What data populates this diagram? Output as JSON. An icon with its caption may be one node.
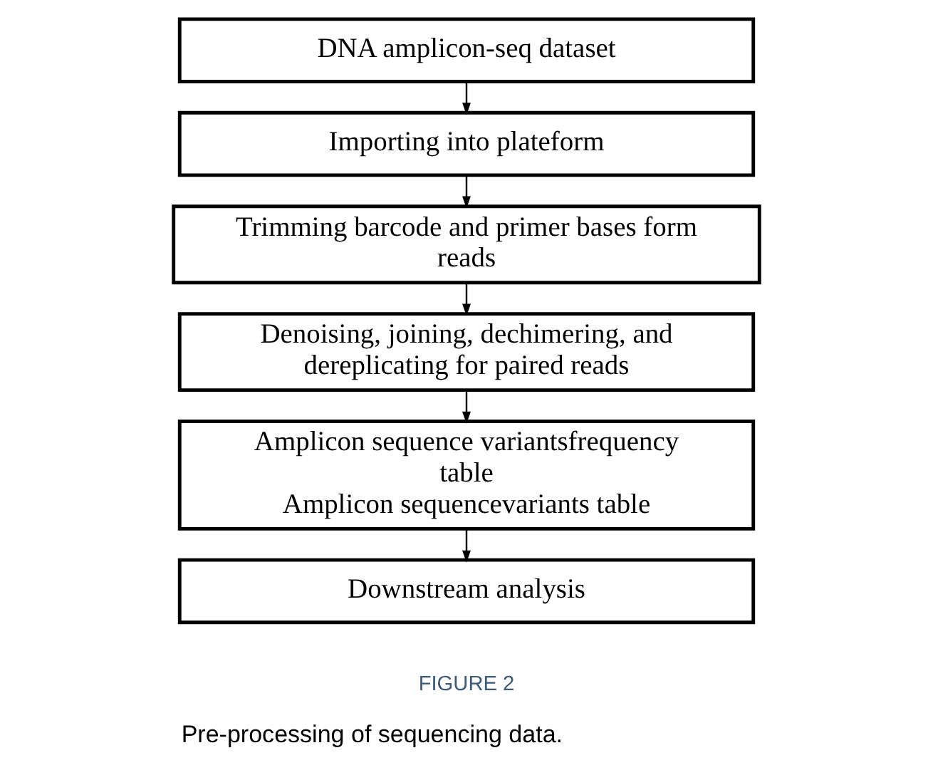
{
  "diagram": {
    "caption": "Pre-processing of sequencing data.",
    "nodes": [
      {
        "text": [
          "DNA amplicon-seq dataset"
        ]
      },
      {
        "text": [
          "Importing into plateform"
        ]
      },
      {
        "text": [
          "Trimming barcode and primer bases form reads"
        ]
      },
      {
        "text": [
          "Denoising, joining, dechimering, and dereplicating for paired reads"
        ]
      },
      {
        "text": [
          "Amplicon sequence variantsfrequency table",
          "Amplicon sequencevariants table"
        ]
      },
      {
        "text": [
          "Downstream analysis"
        ]
      }
    ],
    "edges": [
      {
        "from": 0,
        "to": 1,
        "arrow": "to"
      },
      {
        "from": 1,
        "to": 2,
        "arrow": "to"
      },
      {
        "from": 2,
        "to": 3,
        "arrow": "to"
      },
      {
        "from": 3,
        "to": 4,
        "arrow": "to"
      },
      {
        "from": 4,
        "to": 5,
        "arrow": "to"
      }
    ],
    "labels": [
      "FIGURE 2"
    ]
  }
}
